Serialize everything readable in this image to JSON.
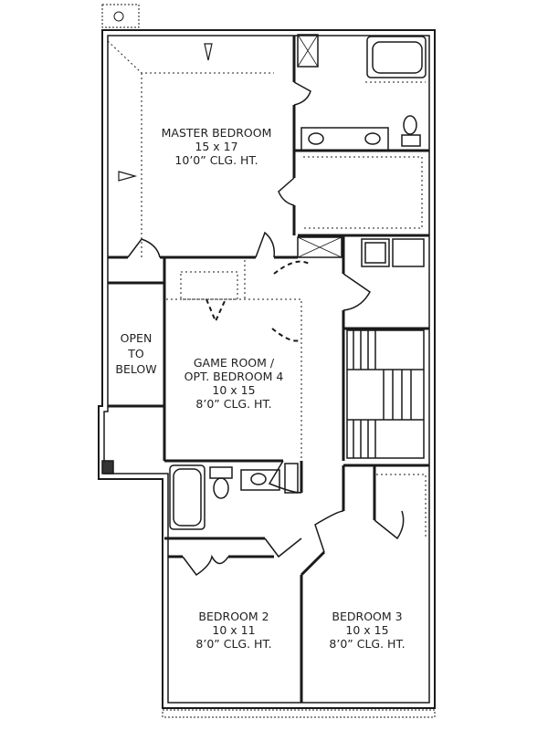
{
  "plan": {
    "rooms": [
      {
        "id": "master",
        "name": "MASTER BEDROOM",
        "size": "15 x 17",
        "ceiling": "10’0” CLG. HT."
      },
      {
        "id": "game",
        "name": "GAME ROOM /",
        "name2": "OPT. BEDROOM 4",
        "size": "10 x 15",
        "ceiling": "8’0” CLG. HT."
      },
      {
        "id": "bed2",
        "name": "BEDROOM 2",
        "size": "10 x 11",
        "ceiling": "8’0” CLG. HT."
      },
      {
        "id": "bed3",
        "name": "BEDROOM 3",
        "size": "10 x 15",
        "ceiling": "8’0” CLG. HT."
      }
    ],
    "open_below": {
      "line1": "OPEN",
      "line2": "TO",
      "line3": "BELOW"
    },
    "line_color": "#1a1a1a"
  }
}
